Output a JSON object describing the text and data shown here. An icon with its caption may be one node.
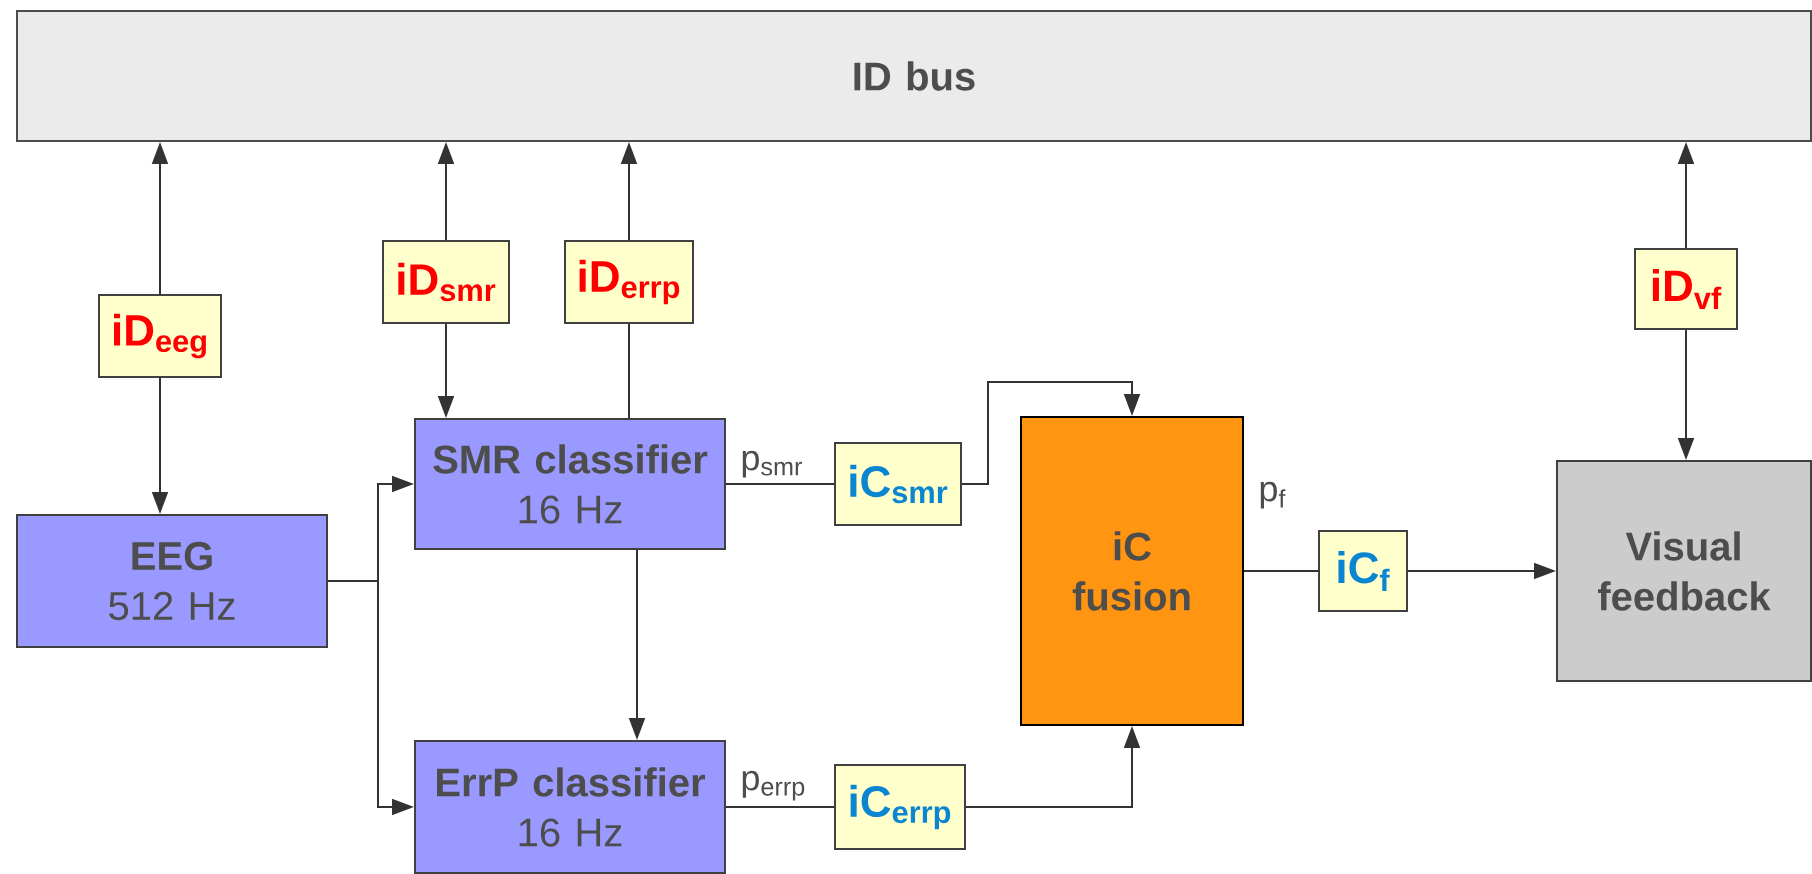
{
  "diagram": {
    "nodes": [
      {
        "text": [
          "ID bus"
        ]
      },
      {
        "text": [
          "iD$_{eeg}$"
        ]
      },
      {
        "text": [
          "iD$_{smr}$"
        ]
      },
      {
        "text": [
          "iD$_{errp}$"
        ]
      },
      {
        "text": [
          "iD$_{vf}$"
        ]
      },
      {
        "text": [
          "SMR classifier",
          "16 Hz"
        ]
      },
      {
        "text": [
          "EEG",
          "512 Hz"
        ]
      },
      {
        "text": [
          "iC$_{smr}$"
        ]
      },
      {
        "text": [
          "iC fusion"
        ]
      },
      {
        "text": [
          "iC$_{f}$"
        ]
      },
      {
        "text": [
          "Visual feedback"
        ]
      },
      {
        "text": [
          "ErrP classifier",
          "16 Hz"
        ]
      },
      {
        "text": [
          "iC$_{errp}$"
        ]
      }
    ],
    "edges": [
      {
        "from": 1,
        "to": 0,
        "arrow": "to"
      },
      {
        "from": 1,
        "to": 6,
        "arrow": "to"
      },
      {
        "from": 2,
        "to": 0,
        "arrow": "to"
      },
      {
        "from": 2,
        "to": 5,
        "arrow": "to"
      },
      {
        "from": 3,
        "to": 0,
        "arrow": "to"
      },
      {
        "from": 5,
        "to": 3,
        "arrow": "none"
      },
      {
        "from": 4,
        "to": 0,
        "arrow": "to"
      },
      {
        "from": 4,
        "to": 10,
        "arrow": "to"
      },
      {
        "from": 6,
        "to": 5,
        "arrow": "to"
      },
      {
        "from": 6,
        "to": 11,
        "arrow": "to"
      },
      {
        "from": 5,
        "to": 11,
        "arrow": "to"
      },
      {
        "from": 5,
        "to": 7,
        "arrow": "none",
        "label": "p$_{smr}$"
      },
      {
        "from": 7,
        "to": 8,
        "arrow": "to"
      },
      {
        "from": 11,
        "to": 12,
        "arrow": "none",
        "label": "p$_{errp}$"
      },
      {
        "from": 12,
        "to": 8,
        "arrow": "to"
      },
      {
        "from": 8,
        "to": 9,
        "arrow": "none",
        "label": "p$_{f}$"
      },
      {
        "from": 9,
        "to": 10,
        "arrow": "to"
      }
    ]
  }
}
